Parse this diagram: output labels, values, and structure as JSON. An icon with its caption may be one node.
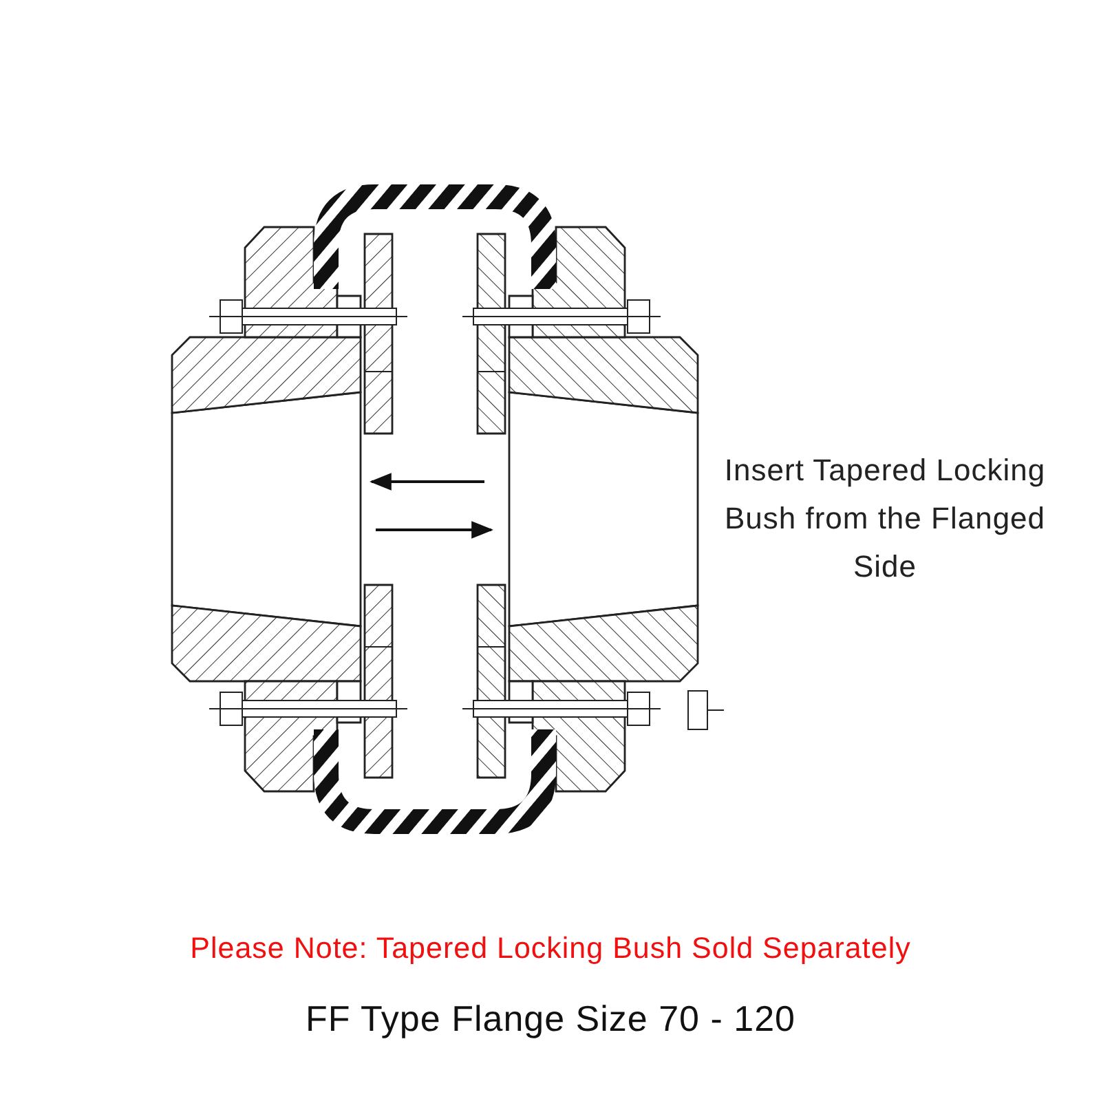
{
  "diagram": {
    "caption": "FF Type Flange Size 70 - 120",
    "labels": [
      "Insert Tapered Locking Bush from the Flanged Side",
      "Please Note: Tapered Locking Bush Sold Separately"
    ]
  }
}
